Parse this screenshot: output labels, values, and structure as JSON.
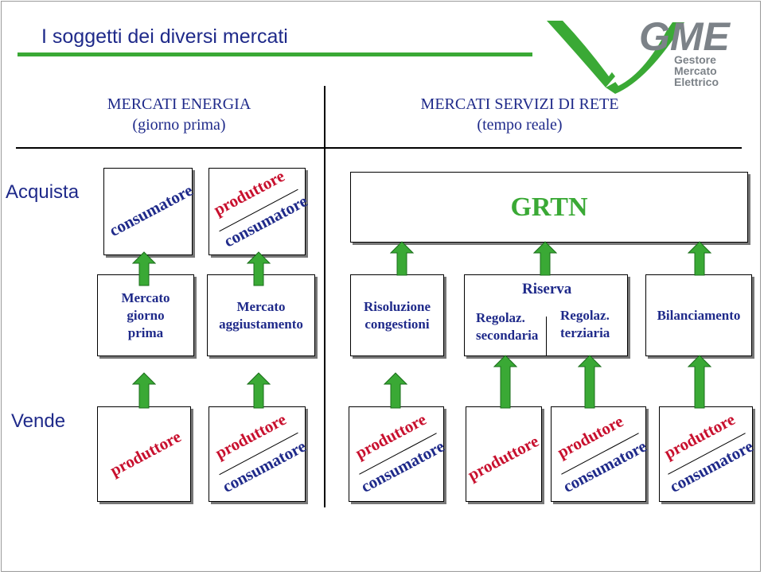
{
  "title": "I soggetti dei diversi mercati",
  "columns": {
    "energia": [
      "MERCATI ENERGIA",
      "(giorno prima)"
    ],
    "servizi": [
      "MERCATI SERVIZI DI RETE",
      "(tempo reale)"
    ]
  },
  "rows": {
    "buy": "Acquista",
    "sell": "Vende"
  },
  "logo": {
    "acronym": "GME",
    "lines": [
      "Gestore",
      "Mercato",
      "Elettrico"
    ]
  },
  "buyers": {
    "box1": "consumatore",
    "box2_top": "produttore",
    "box2_bottom": "consumatore",
    "grtn": "GRTN"
  },
  "markets": {
    "mgp": [
      "Mercato",
      "giorno",
      "prima"
    ],
    "ma": [
      "Mercato",
      "aggiustamento"
    ],
    "rc": [
      "Risoluzione",
      "congestioni"
    ],
    "riserva": {
      "title": "Riserva",
      "secondaria": [
        "Regolaz.",
        "secondaria"
      ],
      "terziaria": [
        "Regolaz.",
        "terziaria"
      ]
    },
    "bil": "Bilanciamento"
  },
  "sellers": {
    "s1": "produttore",
    "s2_top": "produttore",
    "s2_bottom": "consumatore",
    "s3_top": "produttore",
    "s3_bottom": "consumatore",
    "s4": "produttore",
    "s5_top": "produtore",
    "s5_bottom": "consumatore",
    "s6_top": "produttore",
    "s6_bottom": "consumatore"
  },
  "colors": {
    "green": "#3aa935",
    "navy": "#1f2a8a",
    "red": "#c8102e",
    "logo_gray": "#7c8288"
  }
}
